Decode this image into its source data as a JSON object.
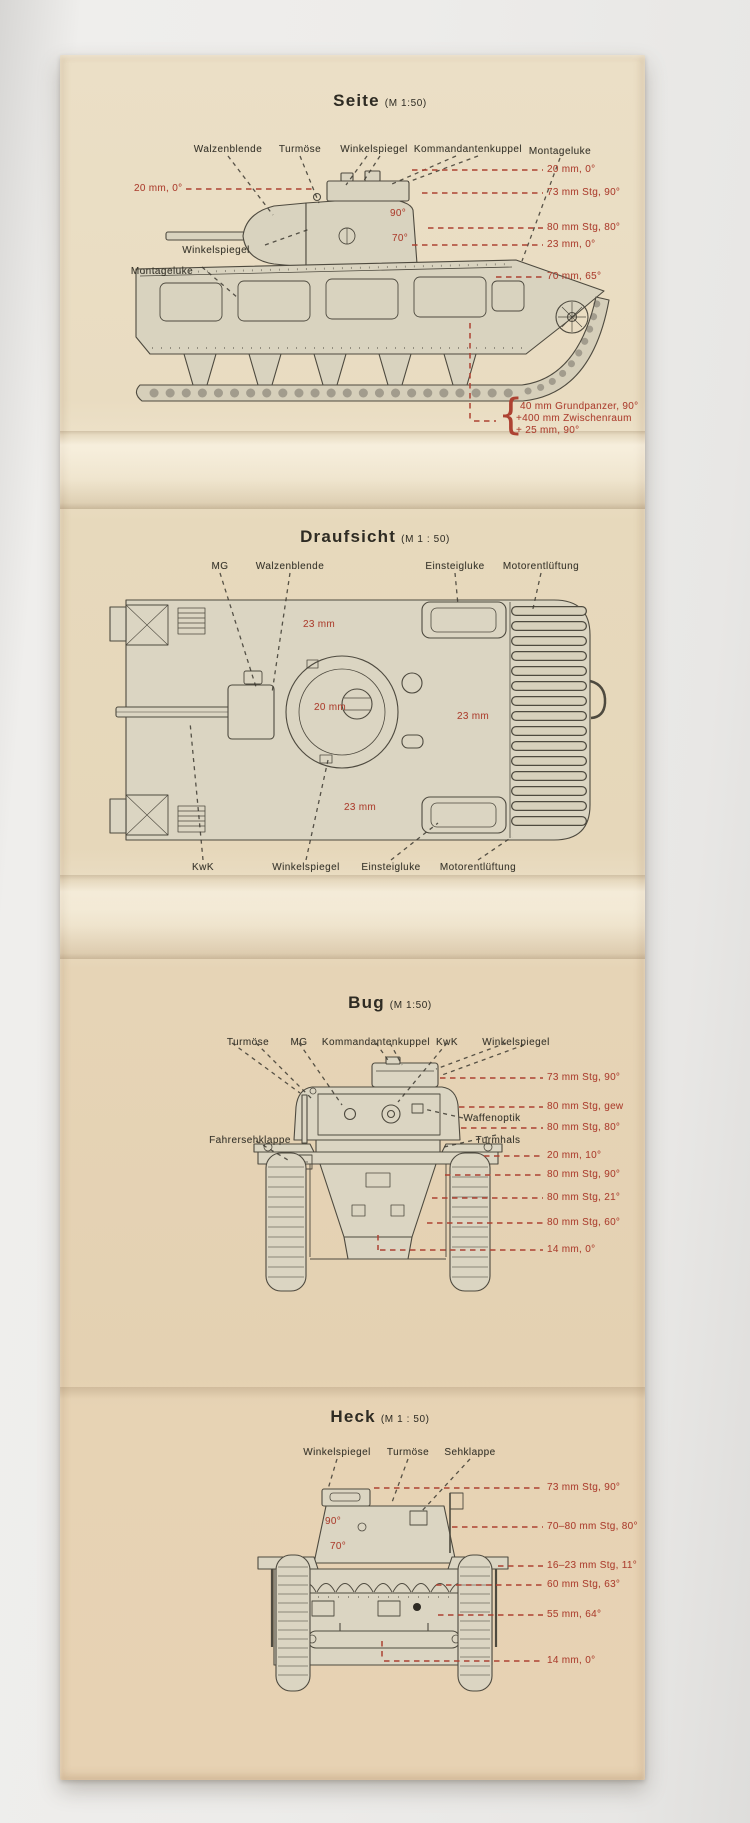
{
  "page": {
    "paper_color": "#e8dcc2",
    "accent_red": "#ad4232",
    "ink": "#3a372d"
  },
  "seite": {
    "title": "Seite",
    "scale": "(M 1:50)",
    "labels": {
      "walzenblende": "Walzenblende",
      "turmoese": "Turmöse",
      "winkelspiegel": "Winkelspiegel",
      "kommandantenkuppel": "Kommandantenkuppel",
      "montageluke": "Montageluke",
      "winkelspiegel_left": "Winkelspiegel",
      "montageluke_left": "Montageluke"
    },
    "values": {
      "left_front": "20 mm, 0°",
      "turret_roof_angle": "90°",
      "turret_side_angle": "70°",
      "roof": "20 mm, 0°",
      "turret_side": "73 mm Stg, 90°",
      "hull_side": "80 mm Stg, 80°",
      "deck": "23 mm, 0°",
      "nose": "70 mm, 65°",
      "floor_1": "40 mm Grundpanzer, 90°",
      "floor_2": "+400 mm Zwischenraum",
      "floor_3": "+ 25 mm, 90°",
      "floor_brace": "{"
    }
  },
  "draufsicht": {
    "title": "Draufsicht",
    "scale": "(M 1 : 50)",
    "labels": {
      "mg": "MG",
      "walzenblende": "Walzenblende",
      "einsteigluke_top": "Einsteigluke",
      "motorentlueftung_top": "Motorentlüftung",
      "kwk": "KwK",
      "winkelspiegel": "Winkelspiegel",
      "einsteigluke_bottom": "Einsteigluke",
      "motorentlueftung_bottom": "Motorentlüftung"
    },
    "values": {
      "front_deck": "23 mm",
      "center_deck": "20 mm",
      "side_deck": "23 mm",
      "rear_deck": "23 mm"
    }
  },
  "bug": {
    "title": "Bug",
    "scale": "(M 1:50)",
    "labels": {
      "turmoese": "Turmöse",
      "mg": "MG",
      "kommandantenkuppel": "Kommandantenkuppel",
      "kwk": "KwK",
      "winkelspiegel": "Winkelspiegel",
      "fahrersehklappe": "Fahrersehklappe",
      "waffenoptik": "Waffenoptik",
      "turmhals": "Turmhals"
    },
    "values": {
      "turret_roof": "73 mm Stg, 90°",
      "turret_front_curved": "80 mm Stg, gew",
      "turret_front": "80 mm Stg, 80°",
      "hull_top": "20 mm, 10°",
      "driver_plate": "80 mm Stg, 90°",
      "glacis": "80 mm Stg, 21°",
      "nose": "80 mm Stg, 60°",
      "floor": "14 mm, 0°"
    }
  },
  "heck": {
    "title": "Heck",
    "scale": "(M 1 : 50)",
    "labels": {
      "winkelspiegel": "Winkelspiegel",
      "turmoese": "Turmöse",
      "sehklappe": "Sehklappe"
    },
    "values": {
      "turret_roof_angle": "90°",
      "turret_side_angle": "70°",
      "turret_roof": "73 mm Stg, 90°",
      "turret_rear": "70–80 mm Stg, 80°",
      "engine_deck": "16–23 mm Stg, 11°",
      "rear_upper": "60 mm Stg, 63°",
      "rear_lower": "55 mm, 64°",
      "floor": "14 mm, 0°"
    }
  }
}
